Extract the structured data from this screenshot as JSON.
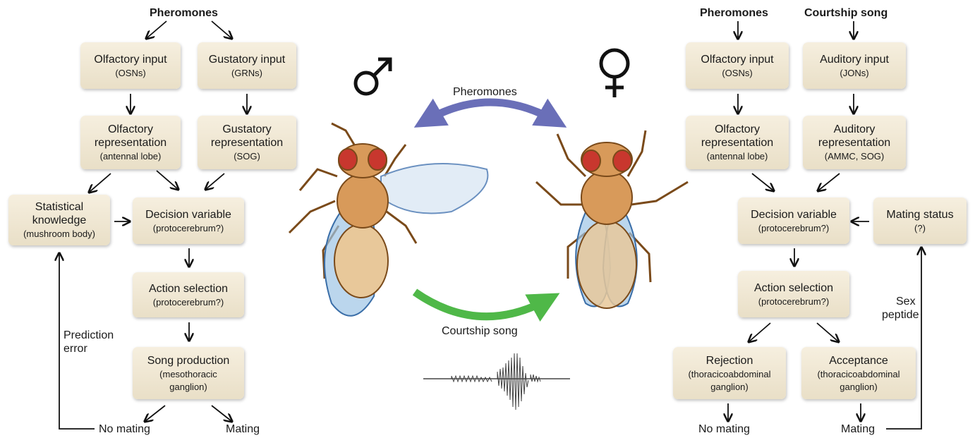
{
  "male": {
    "symbol": "♂",
    "top_input": "Pheromones",
    "olfactory_input": {
      "title": "Olfactory input",
      "sub": "(OSNs)"
    },
    "gustatory_input": {
      "title": "Gustatory input",
      "sub": "(GRNs)"
    },
    "olfactory_repr": {
      "title1": "Olfactory",
      "title2": "representation",
      "sub": "(antennal lobe)"
    },
    "gustatory_repr": {
      "title1": "Gustatory",
      "title2": "representation",
      "sub": "(SOG)"
    },
    "statistical": {
      "title1": "Statistical",
      "title2": "knowledge",
      "sub": "(mushroom body)"
    },
    "decision": {
      "title": "Decision variable",
      "sub": "(protocerebrum?)"
    },
    "action": {
      "title": "Action selection",
      "sub": "(protocerebrum?)"
    },
    "song": {
      "title": "Song production",
      "sub1": "(mesothoracic",
      "sub2": "ganglion)"
    },
    "prediction_error": [
      "Prediction",
      "error"
    ],
    "no_mating": "No mating",
    "mating": "Mating"
  },
  "female": {
    "symbol": "♀",
    "top_pheromones": "Pheromones",
    "top_song": "Courtship song",
    "olfactory_input": {
      "title": "Olfactory input",
      "sub": "(OSNs)"
    },
    "auditory_input": {
      "title": "Auditory input",
      "sub": "(JONs)"
    },
    "olfactory_repr": {
      "title1": "Olfactory",
      "title2": "representation",
      "sub": "(antennal lobe)"
    },
    "auditory_repr": {
      "title1": "Auditory",
      "title2": "representation",
      "sub": "(AMMC, SOG)"
    },
    "decision": {
      "title": "Decision variable",
      "sub": "(protocerebrum?)"
    },
    "mating_status": {
      "title": "Mating status",
      "sub": "(?)"
    },
    "action": {
      "title": "Action selection",
      "sub": "(protocerebrum?)"
    },
    "rejection": {
      "title": "Rejection",
      "sub1": "(thoracicoabdominal",
      "sub2": "ganglion)"
    },
    "acceptance": {
      "title": "Acceptance",
      "sub1": "(thoracicoabdominal",
      "sub2": "ganglion)"
    },
    "sex_peptide": [
      "Sex",
      "peptide"
    ],
    "no_mating": "No mating",
    "mating": "Mating"
  },
  "center": {
    "pheromones": "Pheromones",
    "courtship_song": "Courtship song",
    "colors": {
      "pheromone_arrow": "#6a6fb8",
      "song_arrow": "#4fb848",
      "box_fill": "#efe6d2",
      "fly_body": "#d89a5a",
      "fly_eye": "#c8372e",
      "wing": "#9ec4e6"
    }
  }
}
